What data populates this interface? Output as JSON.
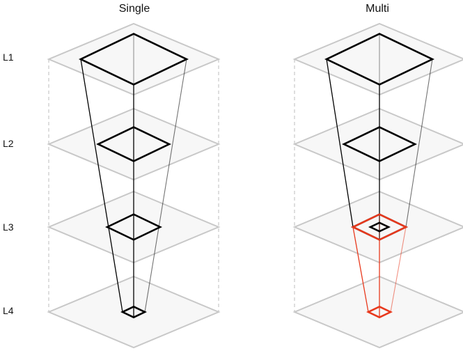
{
  "panels": {
    "single": {
      "title": "Single"
    },
    "multi": {
      "title": "Multi"
    }
  },
  "levels": [
    "L1",
    "L2",
    "L3",
    "L4"
  ],
  "colors": {
    "plane_fill": "#f6f6f6",
    "plane_edge": "#c8c8c8",
    "pillar_dash": "#c8c8c8",
    "highlight": "#e8391d",
    "line": "#000000"
  }
}
